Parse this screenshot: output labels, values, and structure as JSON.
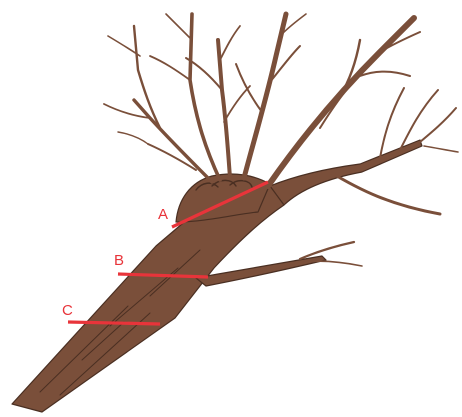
{
  "diagram": {
    "colors": {
      "bark": "#7a4f3a",
      "bark_dark": "#4a2f22",
      "cut": "#e8343a",
      "background": "#ffffff"
    },
    "labels": {
      "a": "A",
      "b": "B",
      "c": "C"
    }
  }
}
